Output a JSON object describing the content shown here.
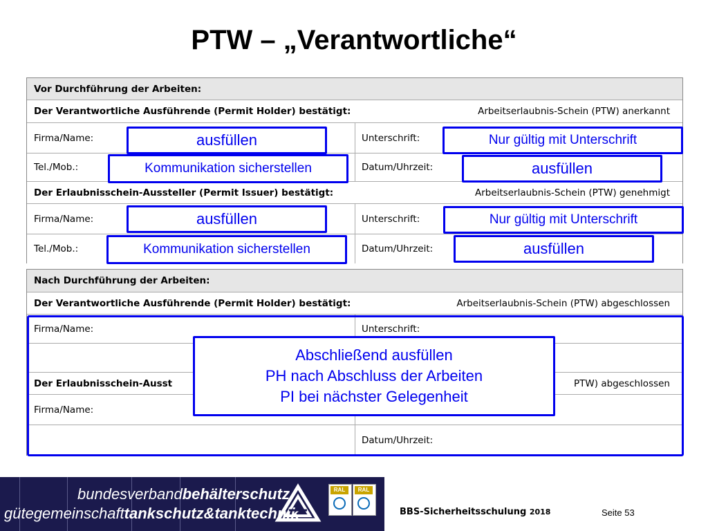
{
  "title": "PTW – „Verantwortliche“",
  "section_before": {
    "header": "Vor Durchführung der Arbeiten:",
    "holder_confirms": "Der Verantwortliche Ausführende (Permit Holder) bestätigt:",
    "holder_status": "Arbeitserlaubnis-Schein (PTW) anerkannt",
    "issuer_confirms": "Der Erlaubnisschein-Aussteller (Permit Issuer) bestätigt:",
    "issuer_status": "Arbeitserlaubnis-Schein (PTW) genehmigt"
  },
  "section_after": {
    "header": "Nach Durchführung der Arbeiten:",
    "holder_confirms": "Der Verantwortliche Ausführende (Permit Holder) bestätigt:",
    "holder_status": "Arbeitserlaubnis-Schein (PTW) abgeschlossen",
    "issuer_confirms_partial": "Der Erlaubnisschein-Ausst",
    "issuer_status_partial": "PTW) abgeschlossen"
  },
  "labels": {
    "firma": "Firma/Name:",
    "tel": "Tel./Mob.:",
    "unterschrift": "Unterschrift:",
    "datum": "Datum/Uhrzeit:"
  },
  "callouts": {
    "fill": "ausfüllen",
    "communication": "Kommunikation sicherstellen",
    "signature_only": "Nur gültig mit Unterschrift",
    "closing_line1": "Abschließend ausfüllen",
    "closing_line2": "PH nach Abschluss der Arbeiten",
    "closing_line3": "PI bei nächster Gelegenheit"
  },
  "footer": {
    "line1_light": "bundesverband",
    "line1_bold": "behälterschutz",
    "line2_light": "gütegemeinschaft",
    "line2_bold": "tankschutz&tanktechnik",
    "seal_label": "RAL",
    "brand": "BBS-Sicherheitsschulung",
    "year": "2018",
    "page": "Seite 53"
  },
  "colors": {
    "accent": "#0000ee",
    "footer_bg": "#1b1a4d",
    "header_gray": "#e6e6e6"
  }
}
